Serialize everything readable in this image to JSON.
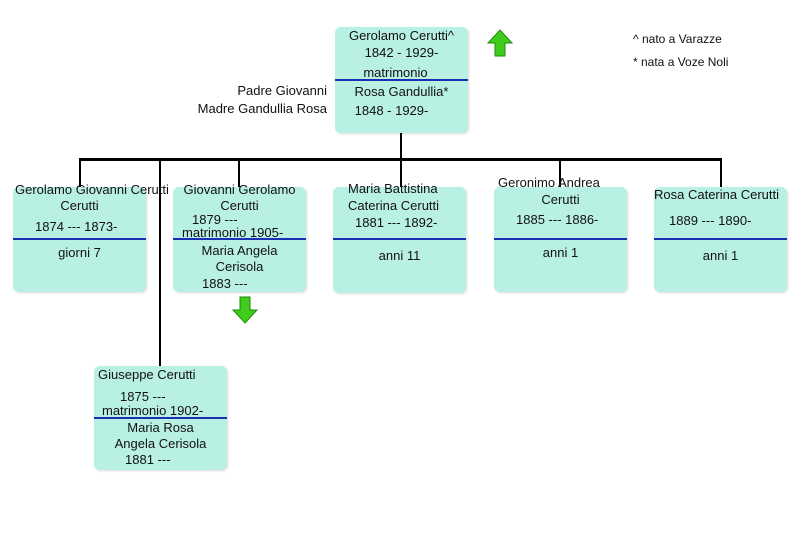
{
  "notes": {
    "varazze": "^ nato a Varazze",
    "voze": "* nata a Voze Noli"
  },
  "parents": {
    "father": "Padre Giovanni",
    "mother": "Madre Gandullia Rosa"
  },
  "root": {
    "husband_name": "Gerolamo Cerutti^",
    "husband_dates": "1842 - 1929-",
    "marriage": "matrimonio",
    "wife_name": "Rosa Gandullia*",
    "wife_dates": "1848 - 1929-"
  },
  "children": [
    {
      "name": "Gerolamo Giovanni Cerutti",
      "dates": "1874 --- 1873-",
      "note": "giorni 7"
    },
    {
      "name_l1": "Giovanni Gerolamo",
      "name_l2": "Cerutti",
      "dates": "1879 ---",
      "marriage": "matrimonio 1905-",
      "spouse_l1": "Maria Angela",
      "spouse_l2": "Cerisola",
      "spouse_dates": "1883 ---"
    },
    {
      "name_l1": "Maria Battistina",
      "name_l2": "Caterina Cerutti",
      "dates": "1881 --- 1892-",
      "note": "anni 11"
    },
    {
      "name_l1": "Geronimo Andrea",
      "name_l2": "Cerutti",
      "dates": "1885 --- 1886-",
      "note": "anni 1"
    },
    {
      "name": "Rosa Caterina Cerutti",
      "dates": "1889 --- 1890-",
      "note": "anni 1"
    },
    {
      "name": "Giuseppe Cerutti",
      "dates": "1875 ---",
      "marriage": "matrimonio 1902-",
      "spouse_l1": "Maria Rosa",
      "spouse_l2": "Angela Cerisola",
      "spouse_dates": "1881 ---"
    }
  ],
  "colors": {
    "box": "#b9f0e4",
    "divider": "#1a2fb5",
    "arrow_green": "#3fcc1a"
  },
  "icons": {
    "up": "up-arrow-icon",
    "down": "down-arrow-icon"
  }
}
